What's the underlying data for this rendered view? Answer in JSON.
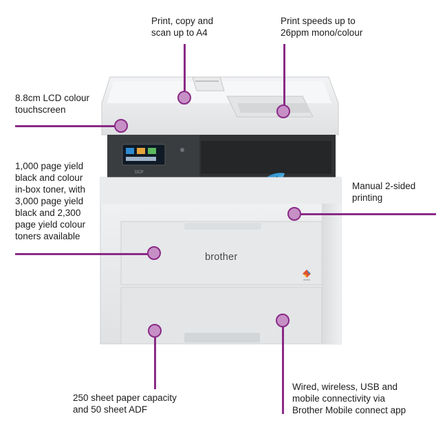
{
  "features": {
    "print_copy_scan": "Print, copy and\nscan up to A4",
    "print_speeds": "Print speeds up to\n26ppm mono/colour",
    "lcd": "8.8cm LCD colour\ntouchscreen",
    "toner": "1,000 page yield\nblack and colour\nin-box toner, with\n3,000 page yield\nblack and 2,300\npage yield colour\ntoners available",
    "duplex": "Manual 2-sided\nprinting",
    "paper_capacity": "250 sheet paper capacity\nand 50 sheet ADF",
    "connectivity": "Wired, wireless, USB and\nmobile connectivity via\nBrother Mobile connect app"
  },
  "printer": {
    "brand": "brother",
    "panel_logo": "DCP"
  },
  "colors": {
    "accent_line": "#8a2a86",
    "accent_dot": "#c690c6",
    "printer_body": "#e7e8e9",
    "printer_dark": "#2f3133"
  }
}
